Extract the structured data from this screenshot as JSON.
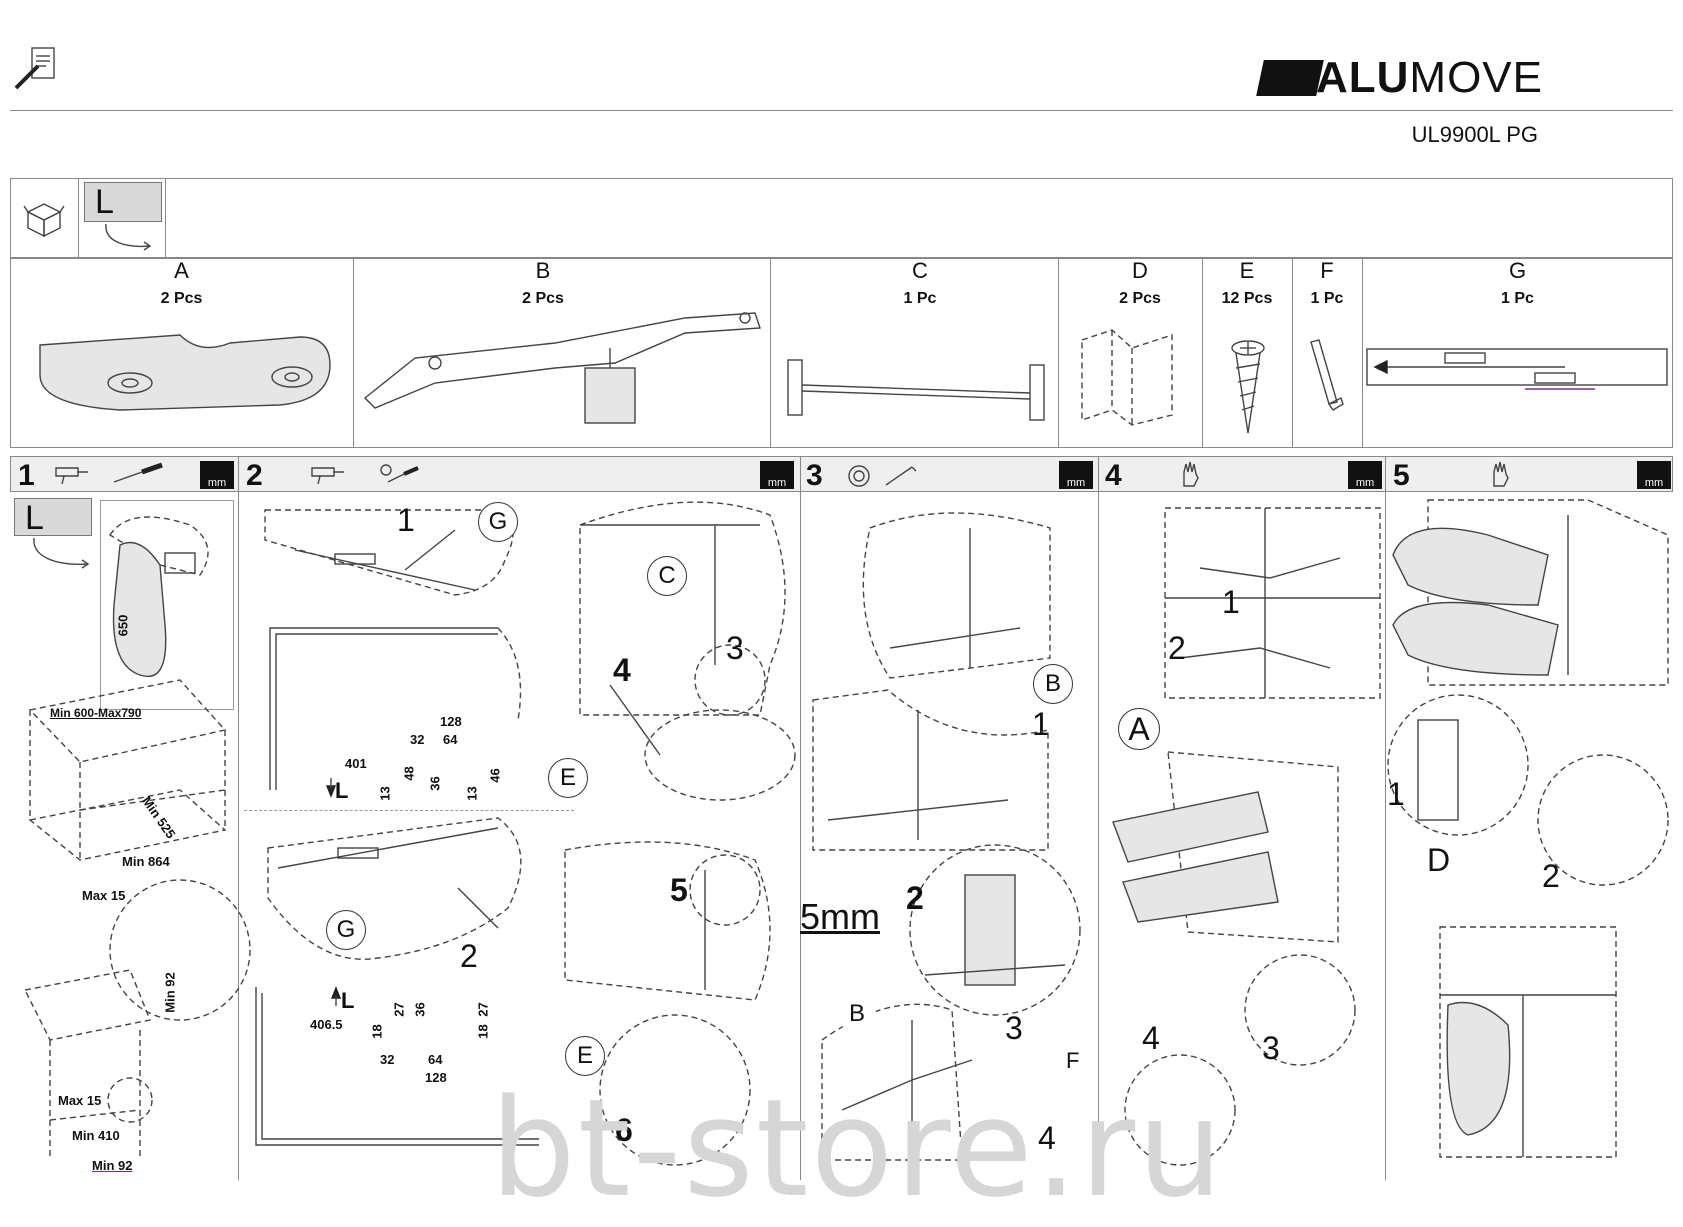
{
  "header": {
    "brand_bold": "ALU",
    "brand_light": "MOVE",
    "model": "UL9900L PG"
  },
  "icons": {
    "document": "document-pencil-icon",
    "box": "open-box-icon",
    "drill": "drill-icon",
    "screwdriver": "screwdriver-icon",
    "ring": "washer-icon",
    "allen_key": "allen-key-icon",
    "hand": "hand-icon",
    "mm_ruler": "millimeter-icon"
  },
  "package": {
    "label": "L"
  },
  "parts": [
    {
      "letter": "A",
      "qty": "2 Pcs"
    },
    {
      "letter": "B",
      "qty": "2 Pcs"
    },
    {
      "letter": "C",
      "qty": "1 Pc"
    },
    {
      "letter": "D",
      "qty": "2 Pcs"
    },
    {
      "letter": "E",
      "qty": "12 Pcs"
    },
    {
      "letter": "F",
      "qty": "1 Pc"
    },
    {
      "letter": "G",
      "qty": "1 Pc"
    }
  ],
  "steps": [
    {
      "num": "1",
      "mm": "mm"
    },
    {
      "num": "2",
      "mm": "mm"
    },
    {
      "num": "3",
      "mm": "mm"
    },
    {
      "num": "4",
      "mm": "mm"
    },
    {
      "num": "5",
      "mm": "mm"
    }
  ],
  "step1": {
    "label": "L",
    "dim_650": "650",
    "dim_width": "Min 600-Max790",
    "dim_depth": "Min 525",
    "dim_min864": "Min 864",
    "dim_max15_top": "Max 15",
    "dim_min92_v": "Min 92",
    "dim_max15_bottom": "Max 15",
    "dim_min410": "Min 410",
    "dim_min92": "Min 92"
  },
  "step2": {
    "c1": "1",
    "g_top": "G",
    "c_label": "C",
    "c3": "3",
    "c4": "4",
    "e_top": "E",
    "d401": "401",
    "l_top": "L",
    "d128": "128",
    "d32": "32",
    "d64": "64",
    "d48": "48",
    "d36": "36",
    "d46": "46",
    "d13a": "13",
    "d13b": "13",
    "g_bottom": "G",
    "c2": "2",
    "c5": "5",
    "e_bottom": "E",
    "c6": "6",
    "l_bottom": "L",
    "d406": "406.5",
    "d27a": "27",
    "d36b": "36",
    "d27b": "27",
    "d18a": "18",
    "d18b": "18",
    "d32b": "32",
    "d64b": "64",
    "d128b": "128"
  },
  "step3": {
    "b_top": "B",
    "c1": "1",
    "five_mm": "5mm",
    "c2": "2",
    "c3": "3",
    "f": "F",
    "c4": "4",
    "b_bottom": "B"
  },
  "step4": {
    "c1": "1",
    "c2": "2",
    "a": "A",
    "c3": "3",
    "c4": "4"
  },
  "step5": {
    "c1": "1",
    "d": "D",
    "c2": "2"
  },
  "watermark": "bt-store.ru"
}
